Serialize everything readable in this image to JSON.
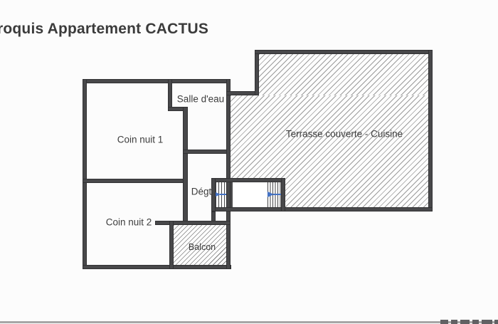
{
  "title": "roquis Appartement CACTUS",
  "rooms": {
    "coin_nuit_1": "Coin nuit 1",
    "salle_deau": "Salle d'eau",
    "terrasse_cuisine": "Terrasse couverte - Cuisine",
    "degt": "Dégt",
    "coin_nuit_2": "Coin nuit 2",
    "balcon": "Balcon"
  },
  "colors": {
    "wall": "#48484a",
    "terrace_hatch_line": "#9b9b9b",
    "balcon_hatch_line": "#7e7e7e",
    "stair_arrow": "#4472c4",
    "label_text": "#3d3d3d",
    "background": "#fcfcfc"
  }
}
